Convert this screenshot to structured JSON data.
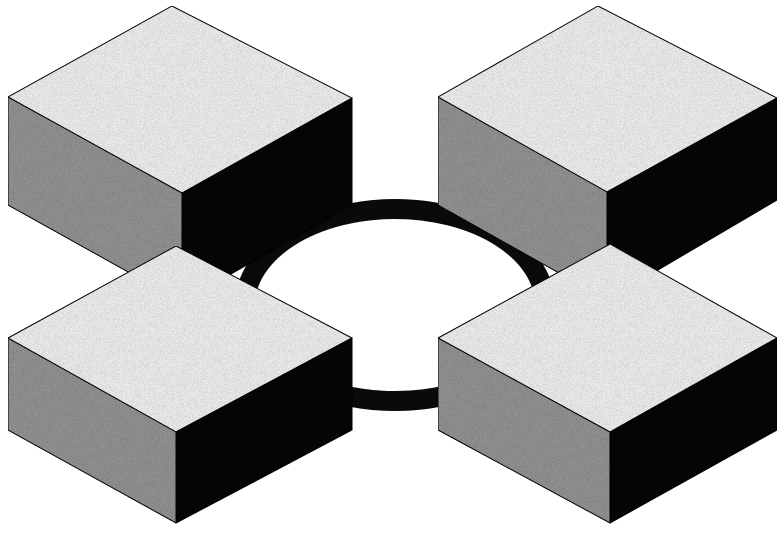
{
  "figure": {
    "colors": {
      "background": "#ffffff",
      "top_face": "#e9e9e9",
      "left_face": "#8f8f8f",
      "right_face": "#050505",
      "ring": "#0a0a0a"
    },
    "blocks": [
      {
        "name": "block-top-left"
      },
      {
        "name": "block-top-right"
      },
      {
        "name": "block-bottom-left"
      },
      {
        "name": "block-bottom-right"
      }
    ],
    "ring": {
      "name": "central-ring"
    }
  }
}
